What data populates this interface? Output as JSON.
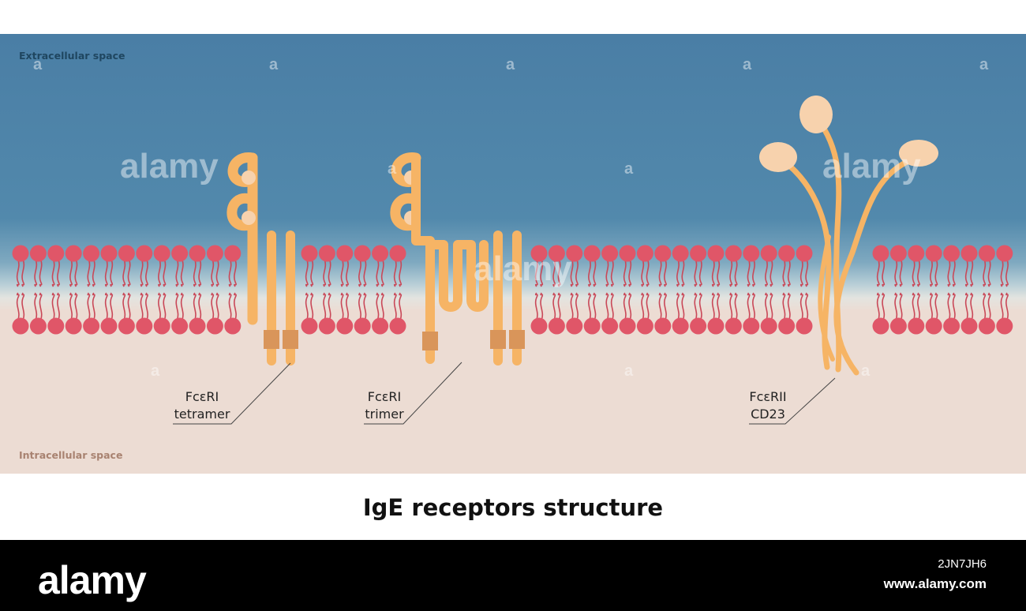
{
  "title": "IgE receptors structure",
  "regions": {
    "extracellular_label": "Extracellular space",
    "intracellular_label": "Intracellular space"
  },
  "receptors": [
    {
      "name_line1": "FcεRI",
      "name_line2": "tetramer"
    },
    {
      "name_line1": "FcεRI",
      "name_line2": "trimer"
    },
    {
      "name_line1": "FcεRII",
      "name_line2": "CD23"
    }
  ],
  "colors": {
    "extracellular": "#4a83a8",
    "intracellular": "#ecdcd3",
    "lipid_head": "#e05668",
    "lipid_tail": "#c94858",
    "protein": "#f6b465",
    "protein_domain": "#f7d2ad",
    "protein_tm": "#d9955a",
    "lectin_head": "#f7d2ad"
  },
  "watermark": {
    "brand": "alamy",
    "small_mark": "a",
    "image_id": "2JN7JH6",
    "url": "www.alamy.com"
  }
}
